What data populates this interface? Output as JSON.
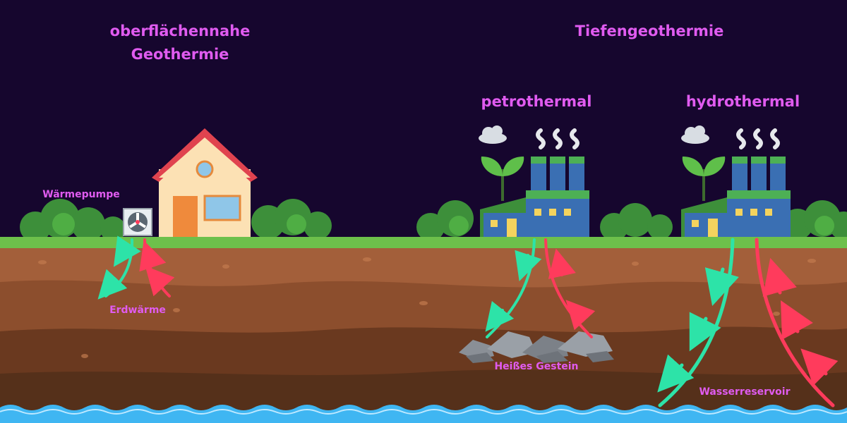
{
  "labels": {
    "shallow_line1": "oberflächennahe",
    "shallow_line2": "Geothermie",
    "deep": "Tiefengeothermie",
    "petrothermal": "petrothermal",
    "hydrothermal": "hydrothermal",
    "heat_pump": "Wärmepumpe",
    "ground_heat": "Erdwärme",
    "hot_rock": "Heißes Gestein",
    "reservoir": "Wasserreservoir"
  },
  "colors": {
    "sky": "#16062e",
    "label": "#e05bf0",
    "grass": "#6dc04b",
    "soil_top": "#a35f3a",
    "soil_mid": "#7b4426",
    "soil_deep": "#5a2f19",
    "water": "#3fb6f2",
    "cold_flow": "#2de3a8",
    "hot_flow": "#ff3b5c",
    "factory_blue": "#3a6fb3",
    "factory_green": "#4db055"
  },
  "icons": [
    "house-icon",
    "heat-pump-icon",
    "factory-icon",
    "cloud-icon",
    "smoke-icon",
    "plant-icon",
    "rock-icon",
    "bush-icon"
  ]
}
